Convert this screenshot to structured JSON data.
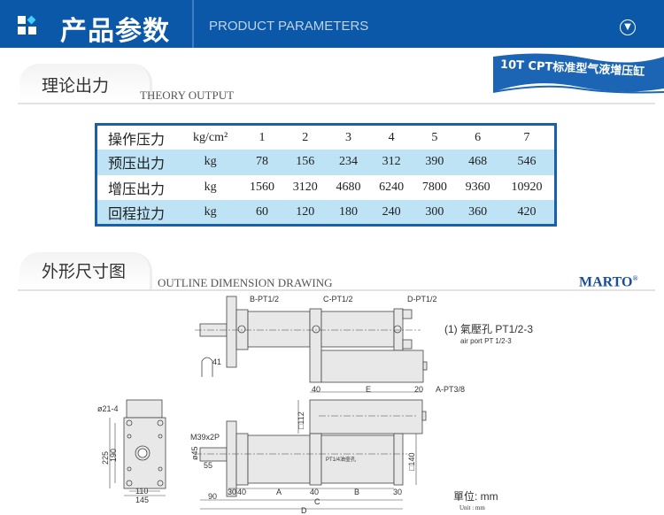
{
  "header": {
    "title": "产品参数",
    "subtitle": "PRODUCT PARAMETERS",
    "expand_icon": "chevron-down-circle-icon"
  },
  "banner": {
    "text": "10T CPT标准型气液增压缸"
  },
  "theory": {
    "title": "理论出力",
    "subtitle": "THEORY OUTPUT",
    "rows": [
      {
        "label": "操作压力",
        "unit": "kg/cm²",
        "values": [
          "1",
          "2",
          "3",
          "4",
          "5",
          "6",
          "7"
        ]
      },
      {
        "label": "预压出力",
        "unit": "kg",
        "values": [
          "78",
          "156",
          "234",
          "312",
          "390",
          "468",
          "546"
        ]
      },
      {
        "label": "增压出力",
        "unit": "kg",
        "values": [
          "1560",
          "3120",
          "4680",
          "6240",
          "7800",
          "9360",
          "10920"
        ]
      },
      {
        "label": "回程拉力",
        "unit": "kg",
        "values": [
          "60",
          "120",
          "180",
          "240",
          "300",
          "360",
          "420"
        ]
      }
    ]
  },
  "outline": {
    "title": "外形尺寸图",
    "subtitle": "OUTLINE DIMENSION DRAWING",
    "brand": "MARTO",
    "brand_mark": "®"
  },
  "drawing": {
    "ports": {
      "b": "B-PT1/2",
      "c": "C-PT1/2",
      "d": "D-PT1/2",
      "a": "A-PT3/8",
      "oil": "PT1/4油壶孔"
    },
    "note_cn": "(1) 氣壓孔 PT1/2-3",
    "note_en": "air port PT 1/2-3",
    "unit_cn": "單位: mm",
    "unit_en": "Unit : mm",
    "dims": {
      "d41": "41",
      "d21": "ø21-4",
      "d225": "225",
      "d190": "190",
      "d110": "110",
      "d145": "145",
      "thread": "M39x2P",
      "d45": "ø45",
      "d55": "55",
      "d40a": "40",
      "dE": "E",
      "d20": "20",
      "d112": "□112",
      "d140": "□140",
      "d30a": "30",
      "d40b": "40",
      "dA": "A",
      "d40c": "40",
      "dB": "B",
      "d30b": "30",
      "d90": "90",
      "dC": "C",
      "dD": "D"
    }
  }
}
